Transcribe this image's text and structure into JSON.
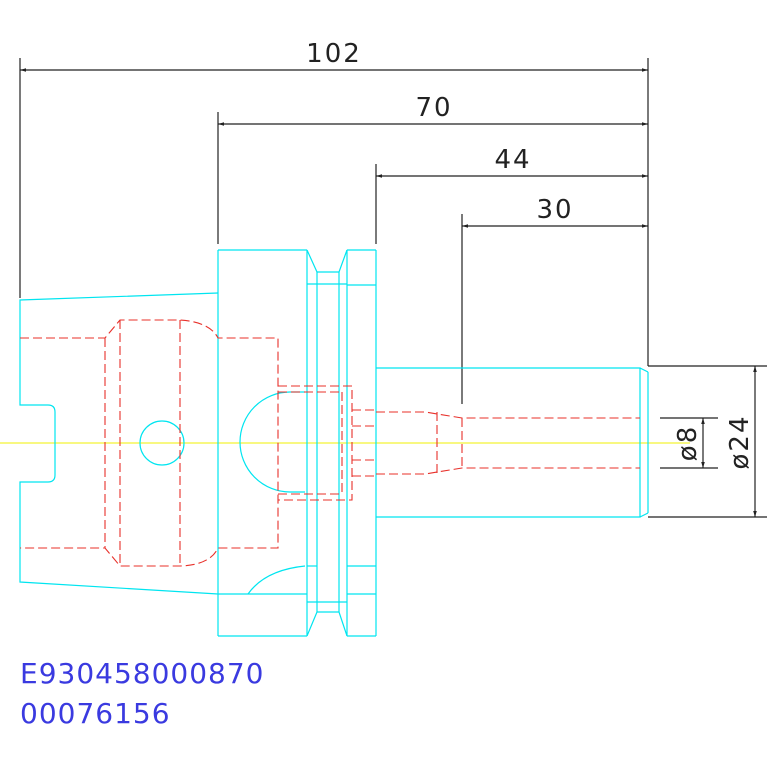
{
  "dimensions": {
    "length_102": "102",
    "length_70": "70",
    "length_44": "44",
    "length_30": "30",
    "diameter_8": "ø8",
    "diameter_24": "ø24"
  },
  "part_codes": {
    "article_number": "E930458000870",
    "id_number": "00076156"
  },
  "colors": {
    "outline": "#00e5f0",
    "hidden_lines": "#e8302a",
    "centerline": "#f0f000",
    "dimension": "#222222",
    "code_text": "#3a3ae0"
  }
}
